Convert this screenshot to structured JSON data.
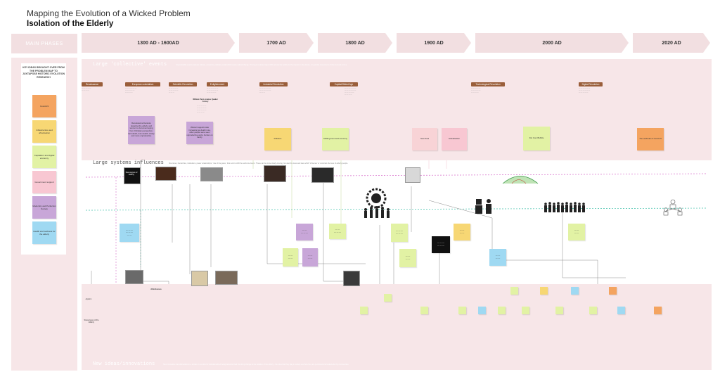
{
  "header": {
    "title": "Mapping the Evolution of a Wicked Problem",
    "subtitle": "Isolation of the Elderly"
  },
  "phases_label": "MAIN PHASES",
  "eras": [
    "1300 AD - 1600AD",
    "1700 AD",
    "1800 AD",
    "1900 AD",
    "2000 AD",
    "2020 AD"
  ],
  "legend": {
    "heading": "KEY IDEAS BROUGHT OVER FROM THE PROBLEM MAP TO JUXTAPOSE HISTORIC EVOLUTION RESEARCH",
    "items": [
      {
        "label": "Covid-19",
        "color": "#f4a460"
      },
      {
        "label": "Infrastructure and urbanisation",
        "color": "#f7d774"
      },
      {
        "label": "Capitalism and digital economy",
        "color": "#e2f2a4"
      },
      {
        "label": "Government support",
        "color": "#f8c7d2"
      },
      {
        "label": "Modernity and Perfection Society",
        "color": "#c8a6d8"
      },
      {
        "label": "Health and wellness for the elderly",
        "color": "#9fd9f2"
      }
    ]
  },
  "bands": {
    "collective": {
      "title": "Large 'collective' events",
      "desc": "Unpredictable events (natural, climate, economic, political, social) which cause radical change. This layer is about major shifts across the world and the impact on the elderly - the pivotal movements of that moment in time."
    },
    "systems": {
      "title": "Large systems influences",
      "desc": "Structures, hierarchies, institutions, power relationships, 'rule of the game', that tend to shift the world we live in. These can be more slowly-moving, but also the rules and laws which 'influence' or constrain the lives of elderly people."
    },
    "ideas": {
      "title": "New ideas/innovations",
      "desc": "New, innovative transformations in a similar or new kind of institutional/technological/social field that bring change to the isolation of the elderly - the roles that they play in society and how they are perceived and looked after by communities."
    }
  },
  "events": [
    {
      "label": "Renaissance"
    },
    {
      "label": "European colonialism"
    },
    {
      "label": "Scientific Revolution"
    },
    {
      "label": "Enlightenment"
    },
    {
      "label": "Industrial Revolution"
    },
    {
      "label": "Capital/Gilded Age"
    },
    {
      "label": "Technological Revolution"
    },
    {
      "label": "Digital Revolution"
    }
  ],
  "collective_notes": {
    "european": "Renaissance literature targeting the elderly and women to document aging from Christian perspective: lack death, less wealth, slowly and more unproductive",
    "william_penn": "William Penn creates Quaker Colony",
    "western_ageism": "Western ageism was increasing as death rose, older people were seen unproductive and a burden on family",
    "pollution": "Pollution",
    "shifting": "Shifting from land economy",
    "new_deal": "New Deal",
    "globalisation": "Globalisation",
    "dotcom": "Dot Com Bubble",
    "covid": "The outbreak of Covid-19"
  },
  "systems_labels": {
    "stereotypes": "Stereotypes of Elderly"
  },
  "ideas_labels": {
    "ageism": "Ageism",
    "elder_stereotypes": "Stereotypes of the Elderly",
    "almshouses": "Almshouses"
  }
}
